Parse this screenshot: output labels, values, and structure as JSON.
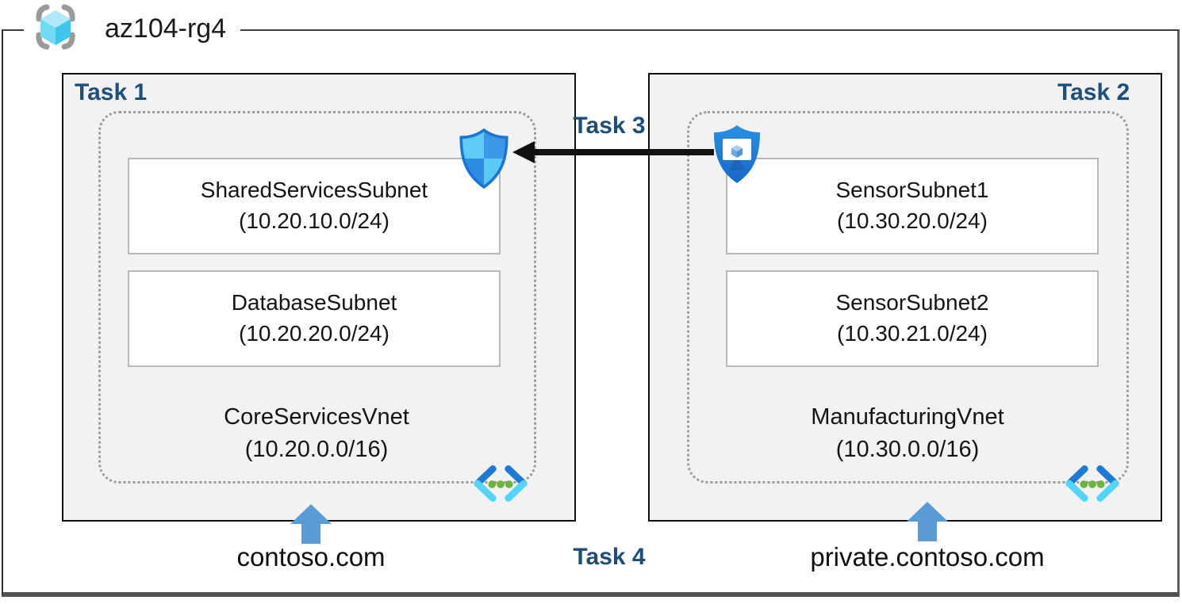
{
  "resource_group": {
    "name": "az104-rg4",
    "icon": "resource-group-icon"
  },
  "labels": {
    "task1": "Task 1",
    "task2": "Task 2",
    "task3": "Task 3",
    "task4": "Task 4"
  },
  "vnets": [
    {
      "task": "Task 1",
      "name": "CoreServicesVnet",
      "cidr": "(10.20.0.0/16)",
      "dns_label": "contoso.com",
      "subnets": [
        {
          "name": "SharedServicesSubnet",
          "cidr": "(10.20.10.0/24)"
        },
        {
          "name": "DatabaseSubnet",
          "cidr": "(10.20.20.0/24)"
        }
      ],
      "icons": [
        "network-security-group-shield-icon",
        "virtual-network-icon"
      ]
    },
    {
      "task": "Task 2",
      "name": "ManufacturingVnet",
      "cidr": "(10.30.0.0/16)",
      "dns_label": "private.contoso.com",
      "subnets": [
        {
          "name": "SensorSubnet1",
          "cidr": "(10.30.20.0/24)"
        },
        {
          "name": "SensorSubnet2",
          "cidr": "(10.30.21.0/24)"
        }
      ],
      "icons": [
        "bastion-shield-monitor-icon",
        "virtual-network-icon"
      ]
    }
  ],
  "connections": [
    {
      "label": "Task 3",
      "type": "black-arrow-left",
      "from": "bastion-shield-monitor-icon",
      "to": "network-security-group-shield-icon"
    },
    {
      "label": "Task 4",
      "type": "blue-up-arrows",
      "targets": [
        "contoso.com",
        "private.contoso.com"
      ]
    }
  ],
  "colors": {
    "task_text": "#1f4e79",
    "box_fill": "#f2f2f2",
    "box_border": "#101010",
    "dotted_border": "#9c9c9c",
    "subnet_border": "#b9b9b9",
    "arrow_blue": "#5b9bd5",
    "arrow_black": "#111111",
    "vnet_icon_blue": "#1c7ad4",
    "vnet_icon_cyan": "#54d4f7",
    "vnet_icon_green": "#6cb33f"
  }
}
